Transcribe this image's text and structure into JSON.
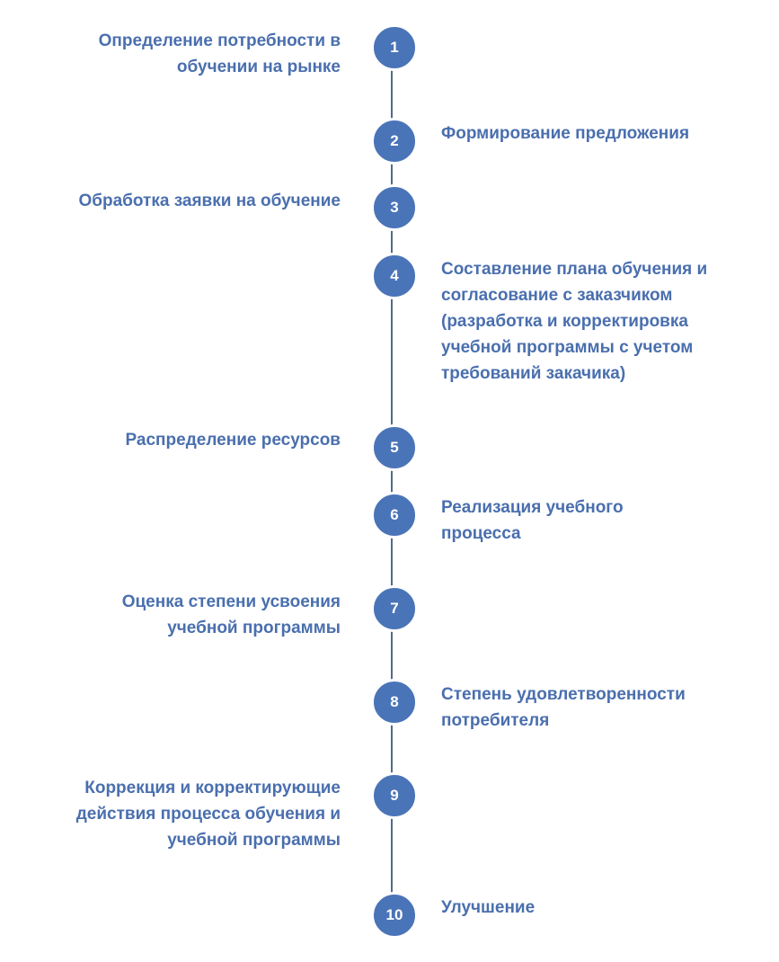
{
  "steps": [
    {
      "number": "1",
      "label": "Определение потребности в\nобучении на рынке",
      "side": "left"
    },
    {
      "number": "2",
      "label": "Формирование предложения",
      "side": "right"
    },
    {
      "number": "3",
      "label": "Обработка заявки на обучение",
      "side": "left"
    },
    {
      "number": "4",
      "label": "Составление плана обучения и\nсогласование с заказчиком\n(разработка и корректировка\nучебной программы с учетом\nтребований закачика)",
      "side": "right"
    },
    {
      "number": "5",
      "label": "Распределение ресурсов",
      "side": "left"
    },
    {
      "number": "6",
      "label": "Реализация учебного\nпроцесса",
      "side": "right"
    },
    {
      "number": "7",
      "label": "Оценка степени усвоения\nучебной программы",
      "side": "left"
    },
    {
      "number": "8",
      "label": "Степень удовлетворенности\nпотребителя",
      "side": "right"
    },
    {
      "number": "9",
      "label": "Коррекция и корректирующие\nдействия процесса обучения и\nучебной программы",
      "side": "left"
    },
    {
      "number": "10",
      "label": "Улучшение",
      "side": "right"
    }
  ],
  "colors": {
    "node_fill": "#4a74b8",
    "text": "#4a6fae",
    "line": "#52698c"
  }
}
